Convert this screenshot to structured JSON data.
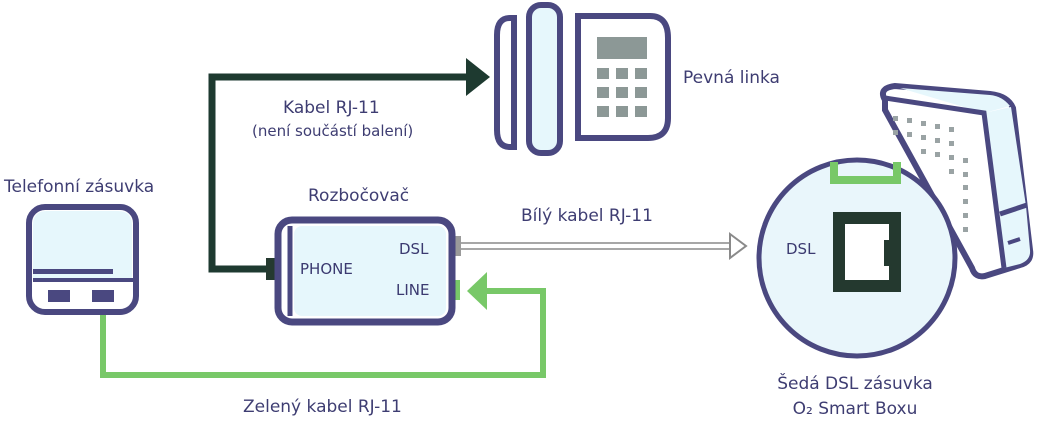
{
  "colors": {
    "outline": "#4a4880",
    "fill_light": "#e6f7fc",
    "keypad_gray": "#8c9896",
    "phone_cable": "#1e3a30",
    "green_cable": "#78c868",
    "white_cable_stroke": "#8a8a8a",
    "dsl_port": "#24392f",
    "text": "#3e3d72"
  },
  "labels": {
    "wall_socket": "Telefonní zásuvka",
    "phone_cable_title": "Kabel RJ-11",
    "phone_cable_note": "(není součástí balení)",
    "landline": "Pevná linka",
    "splitter": "Rozbočovač",
    "white_cable": "Bílý kabel RJ-11",
    "green_cable": "Zelený kabel RJ-11",
    "dsl_socket_line1": "Šedá DSL zásuvka",
    "dsl_socket_line2": "O₂ Smart Boxu"
  },
  "splitter_ports": {
    "phone": "PHONE",
    "dsl": "DSL",
    "line": "LINE"
  },
  "smartbox_port": "DSL"
}
